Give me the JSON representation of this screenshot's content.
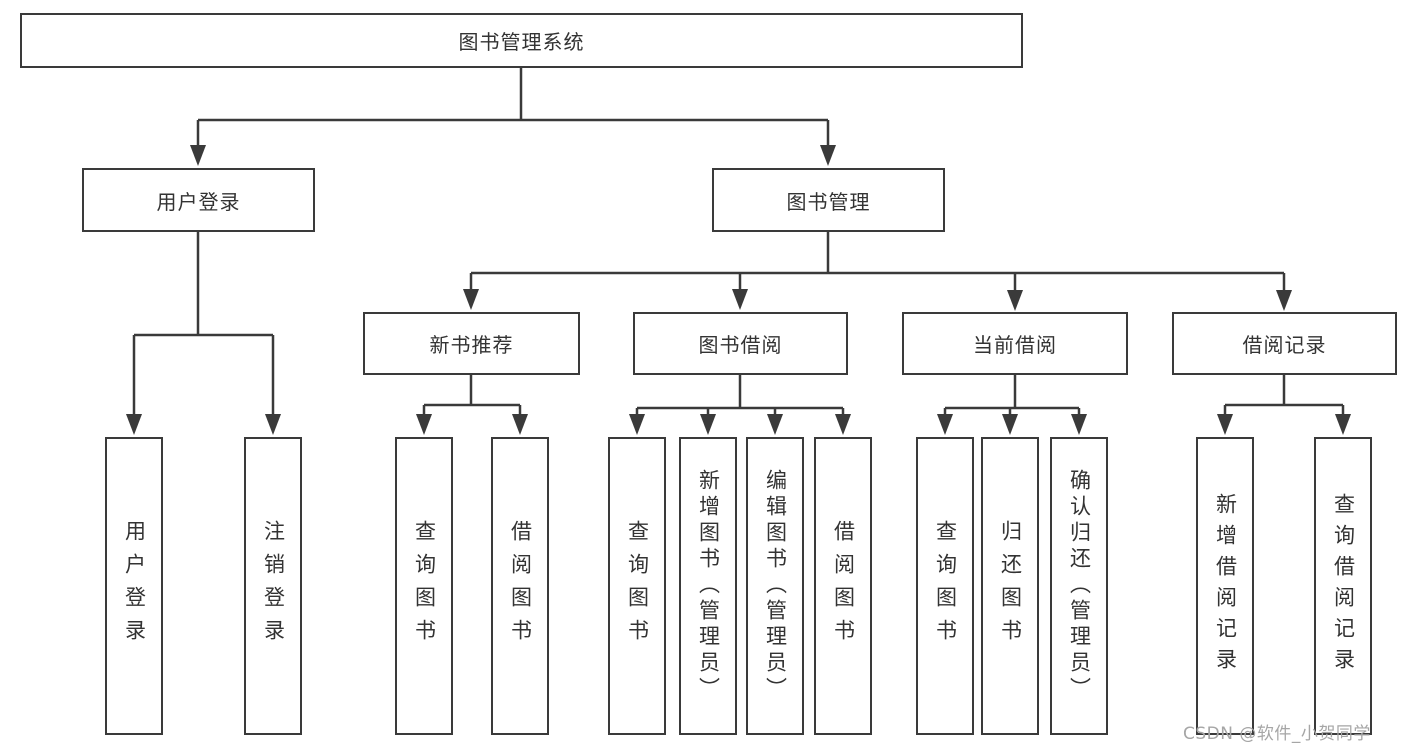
{
  "nodes": {
    "root": "图书管理系统",
    "user_login": "用户登录",
    "book_management": "图书管理",
    "new_book_recommend": "新书推荐",
    "book_borrow": "图书借阅",
    "current_borrow": "当前借阅",
    "borrow_records": "借阅记录"
  },
  "leaves": {
    "user_login": "用户登录",
    "logout": "注销登录",
    "query_books_recommend": "查询图书",
    "borrow_books_recommend": "借阅图书",
    "query_books_borrow": "查询图书",
    "add_books_admin": "新增图书（管理员）",
    "edit_books_admin": "编辑图书（管理员）",
    "borrow_books_borrow": "借阅图书",
    "query_books_current": "查询图书",
    "return_books": "归还图书",
    "confirm_return_admin": "确认归还（管理员）",
    "add_borrow_record": "新增借阅记录",
    "query_borrow_record": "查询借阅记录"
  },
  "watermark": "CSDN @软件_小贺同学",
  "colors": {
    "line": "#3a3a3a",
    "text": "#333333",
    "watermark": "#a6a6a6",
    "background": "#ffffff"
  }
}
